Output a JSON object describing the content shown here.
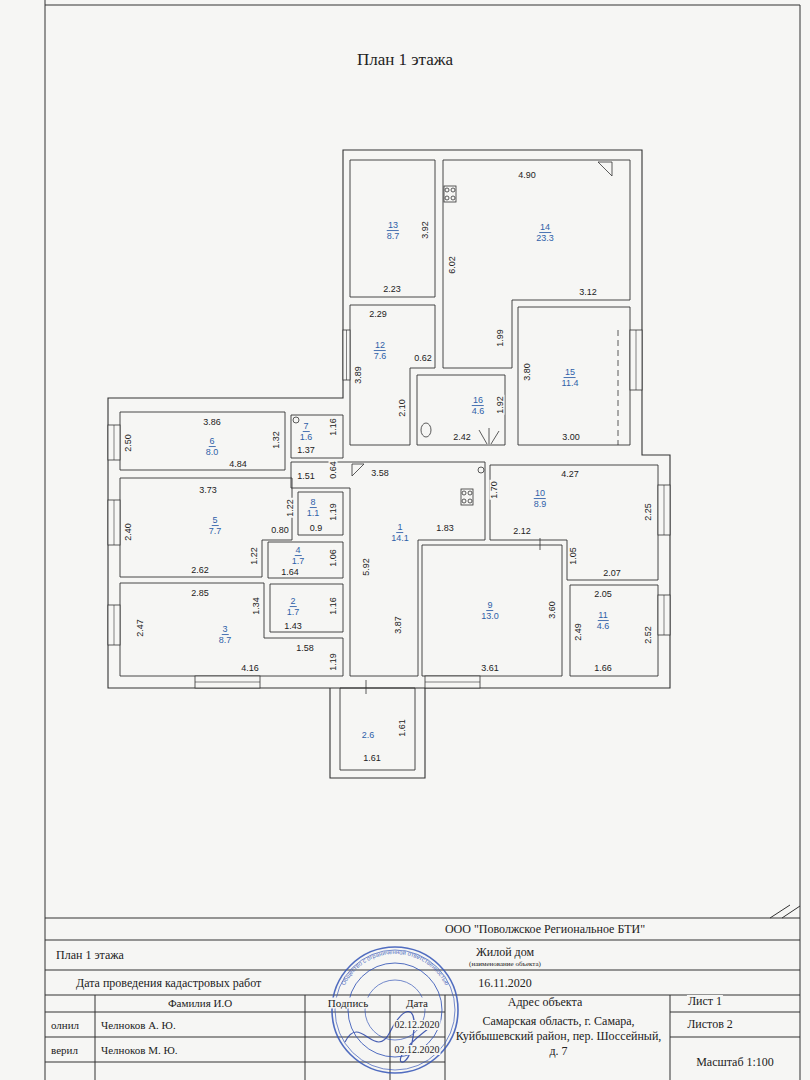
{
  "diagram": {
    "title": "План 1 этажа",
    "nodes": [
      {
        "text": [
          "13",
          "8.7"
        ]
      },
      {
        "text": [
          "14",
          "23.3"
        ]
      },
      {
        "text": [
          "12",
          "7.6"
        ]
      },
      {
        "text": [
          "16",
          "4.6"
        ]
      },
      {
        "text": [
          "15",
          "11.4"
        ]
      },
      {
        "text": [
          "6",
          "8.0"
        ]
      },
      {
        "text": [
          "7",
          "1.6"
        ]
      },
      {
        "text": [
          "1",
          "14.1"
        ]
      },
      {
        "text": [
          "10",
          "8.9"
        ]
      },
      {
        "text": [
          "8",
          "1.1"
        ]
      },
      {
        "text": [
          "5",
          "7.7"
        ]
      },
      {
        "text": [
          "4",
          "1.7"
        ]
      },
      {
        "text": [
          "9",
          "13.0"
        ]
      },
      {
        "text": [
          "2",
          "1.7"
        ]
      },
      {
        "text": [
          "11",
          "4.6"
        ]
      },
      {
        "text": [
          "3",
          "8.7"
        ]
      },
      {
        "text": [
          "2.6"
        ]
      }
    ],
    "labels": [
      "3.92",
      "2.23",
      "4.90",
      "6.02",
      "1.99",
      "3.12",
      "2.29",
      "0.62",
      "3.89",
      "2.10",
      "1.92",
      "2.42",
      "3.80",
      "3.00",
      "3.86",
      "2.50",
      "1.32",
      "4.84",
      "1.37",
      "1.16",
      "1.51",
      "0.64",
      "3.58",
      "1.83",
      "5.92",
      "3.87",
      "4.27",
      "1.70",
      "2.25",
      "2.12",
      "1.05",
      "2.07",
      "1.22",
      "1.19",
      "0.80",
      "0.9",
      "3.73",
      "2.40",
      "1.22",
      "2.62",
      "1.06",
      "1.64",
      "3.60",
      "3.61",
      "1.16",
      "1.43",
      "2.05",
      "2.49",
      "2.52",
      "1.66",
      "2.85",
      "2.47",
      "1.34",
      "1.58",
      "1.19",
      "4.16",
      "1.61",
      "1.61",
      "ООО \"Поволжское Региональное БТИ\"",
      "План 1 этажа",
      "Жилой дом",
      "(наименование объекта)",
      "Дата проведения кадастровых работ",
      "16.11.2020",
      "Фамилия И.О",
      "Подпись",
      "Дата",
      "Адрес объекта",
      "Лист 1",
      "олнил",
      "Челноков А. Ю.",
      "02.12.2020",
      "Самарская область, г. Самара, Куйбышевский район, пер. Шоссейный, д. 7",
      "Листов 2",
      "верил",
      "Челноков М. Ю.",
      "02.12.2020",
      "Масштаб 1:100",
      "Общество с ограниченной ответственностью"
    ]
  }
}
